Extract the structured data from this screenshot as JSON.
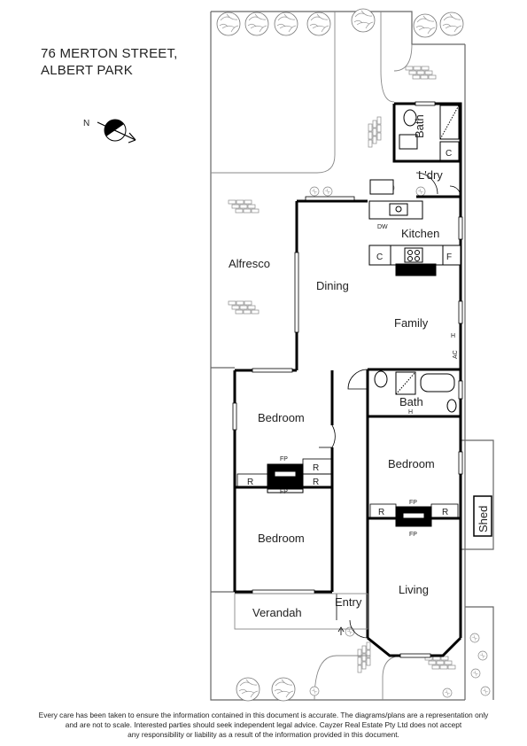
{
  "address": {
    "line1": "76 MERTON STREET,",
    "line2": "ALBERT PARK"
  },
  "compass": {
    "label": "N"
  },
  "rooms": {
    "bath_rear": "Bath",
    "c_rear": "C",
    "laundry": "L'dry",
    "dw": "DW",
    "kitchen": "Kitchen",
    "c_kitchen": "C",
    "f_kitchen": "F",
    "alfresco": "Alfresco",
    "dining": "Dining",
    "family": "Family",
    "h_family": "H",
    "ac_family": "AC",
    "bath_mid": "Bath",
    "h_bath": "H",
    "bedroom1": "Bedroom",
    "bedroom2": "Bedroom",
    "bedroom3": "Bedroom",
    "fp_top": "FP",
    "fp_bottom": "FP",
    "fp_right_top": "FP",
    "fp_right_bottom": "FP",
    "r1": "R",
    "r2": "R",
    "r3": "R",
    "r4": "R",
    "r5": "R",
    "shed": "Shed",
    "living": "Living",
    "entry": "Entry",
    "verandah": "Verandah"
  },
  "disclaimer": {
    "line1": "Every care has been taken to ensure the information contained in this document is accurate. The diagrams/plans are a representation only",
    "line2": "and are not to scale. Interested parties should seek independent legal advice. Cayzer Real Estate Pty Ltd does not accept",
    "line3": "any responsibility or liability as a result of the information provided in this document."
  },
  "colors": {
    "wall": "#000000",
    "boundary": "#666666",
    "brick": "#8a8a8a"
  }
}
